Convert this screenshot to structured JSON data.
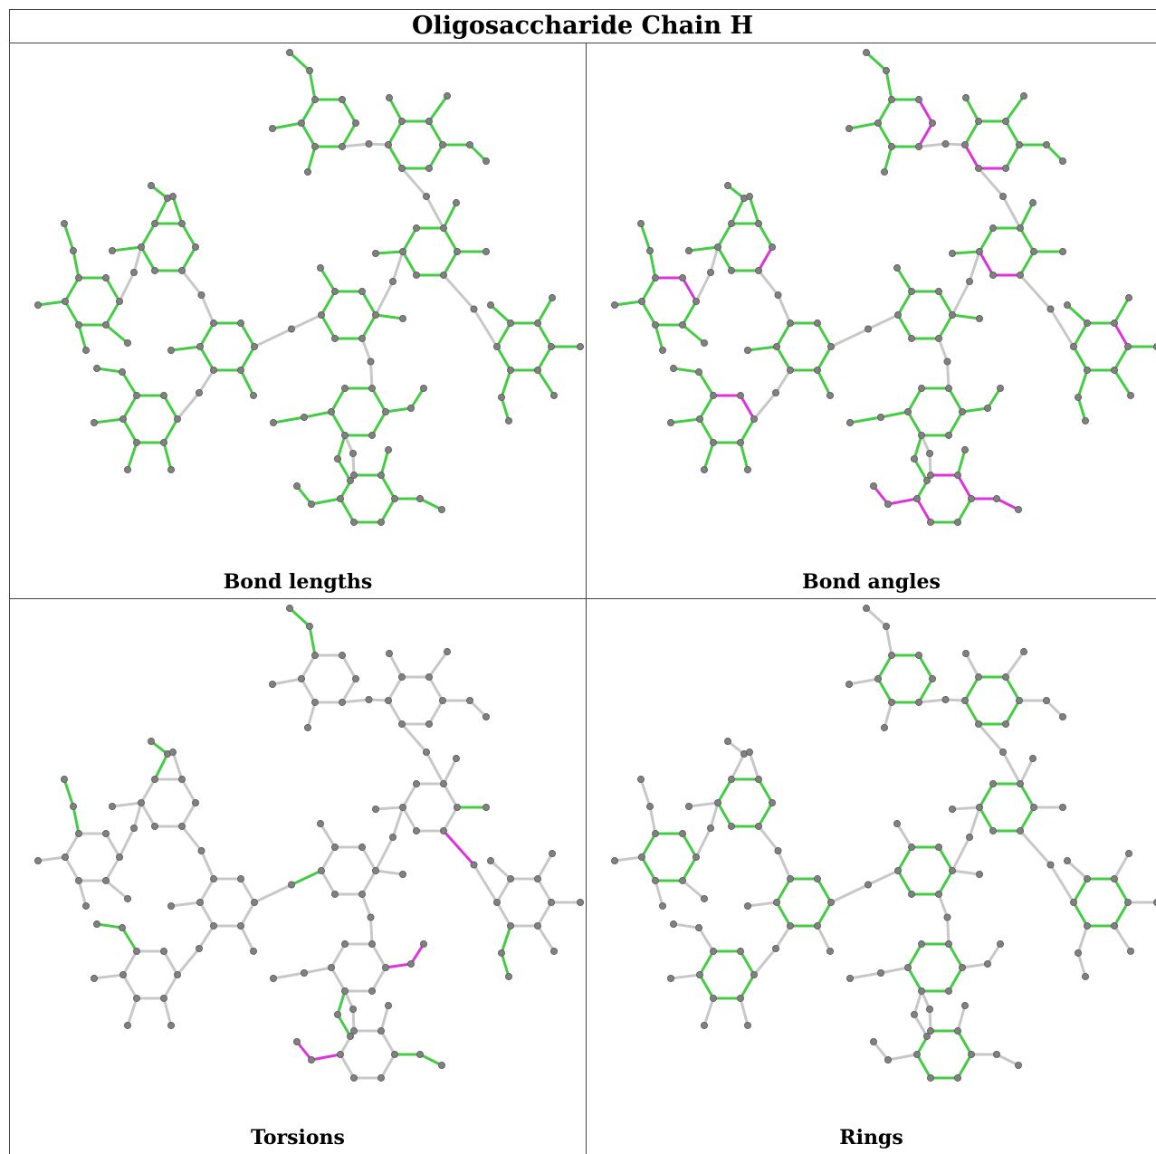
{
  "title": "Oligosaccharide Chain H",
  "panels": [
    {
      "caption": "Bond lengths",
      "mode": "lengths"
    },
    {
      "caption": "Bond angles",
      "mode": "angles"
    },
    {
      "caption": "Torsions",
      "mode": "torsions"
    },
    {
      "caption": "Rings",
      "mode": "rings"
    }
  ],
  "colors": {
    "ok": "#44cc44",
    "outlier": "#dd33dd",
    "neutral": "#c8c8c8",
    "atom": "#808080",
    "atom_edge": "#5a5a5a",
    "border": "#444444"
  }
}
